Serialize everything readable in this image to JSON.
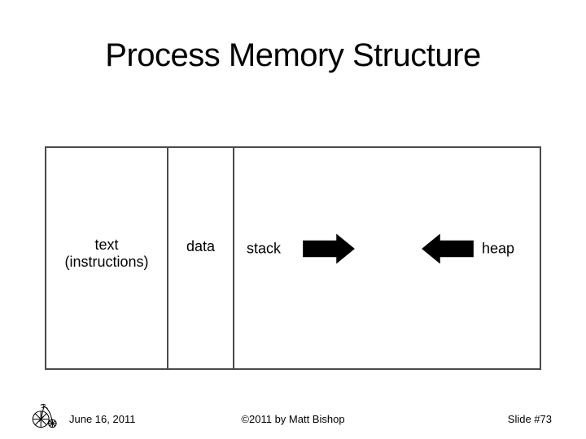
{
  "slide": {
    "title": "Process Memory Structure"
  },
  "diagram": {
    "segments": {
      "text": {
        "line1": "text",
        "line2": "(instructions)"
      },
      "data": {
        "label": "data"
      },
      "stack": {
        "label": "stack",
        "growth_direction": "right"
      },
      "heap": {
        "label": "heap",
        "growth_direction": "left"
      }
    },
    "icons": {
      "right_arrow": "right-block-arrow",
      "left_arrow": "left-block-arrow"
    }
  },
  "footer": {
    "date": "June 16, 2011",
    "copyright": "©2011 by Matt Bishop",
    "slide_number": "Slide #73",
    "logo_icon": "penny-farthing-bicycle"
  },
  "colors": {
    "background": "#ffffff",
    "border": "#4a4a4a",
    "text": "#000000",
    "arrow": "#000000"
  }
}
